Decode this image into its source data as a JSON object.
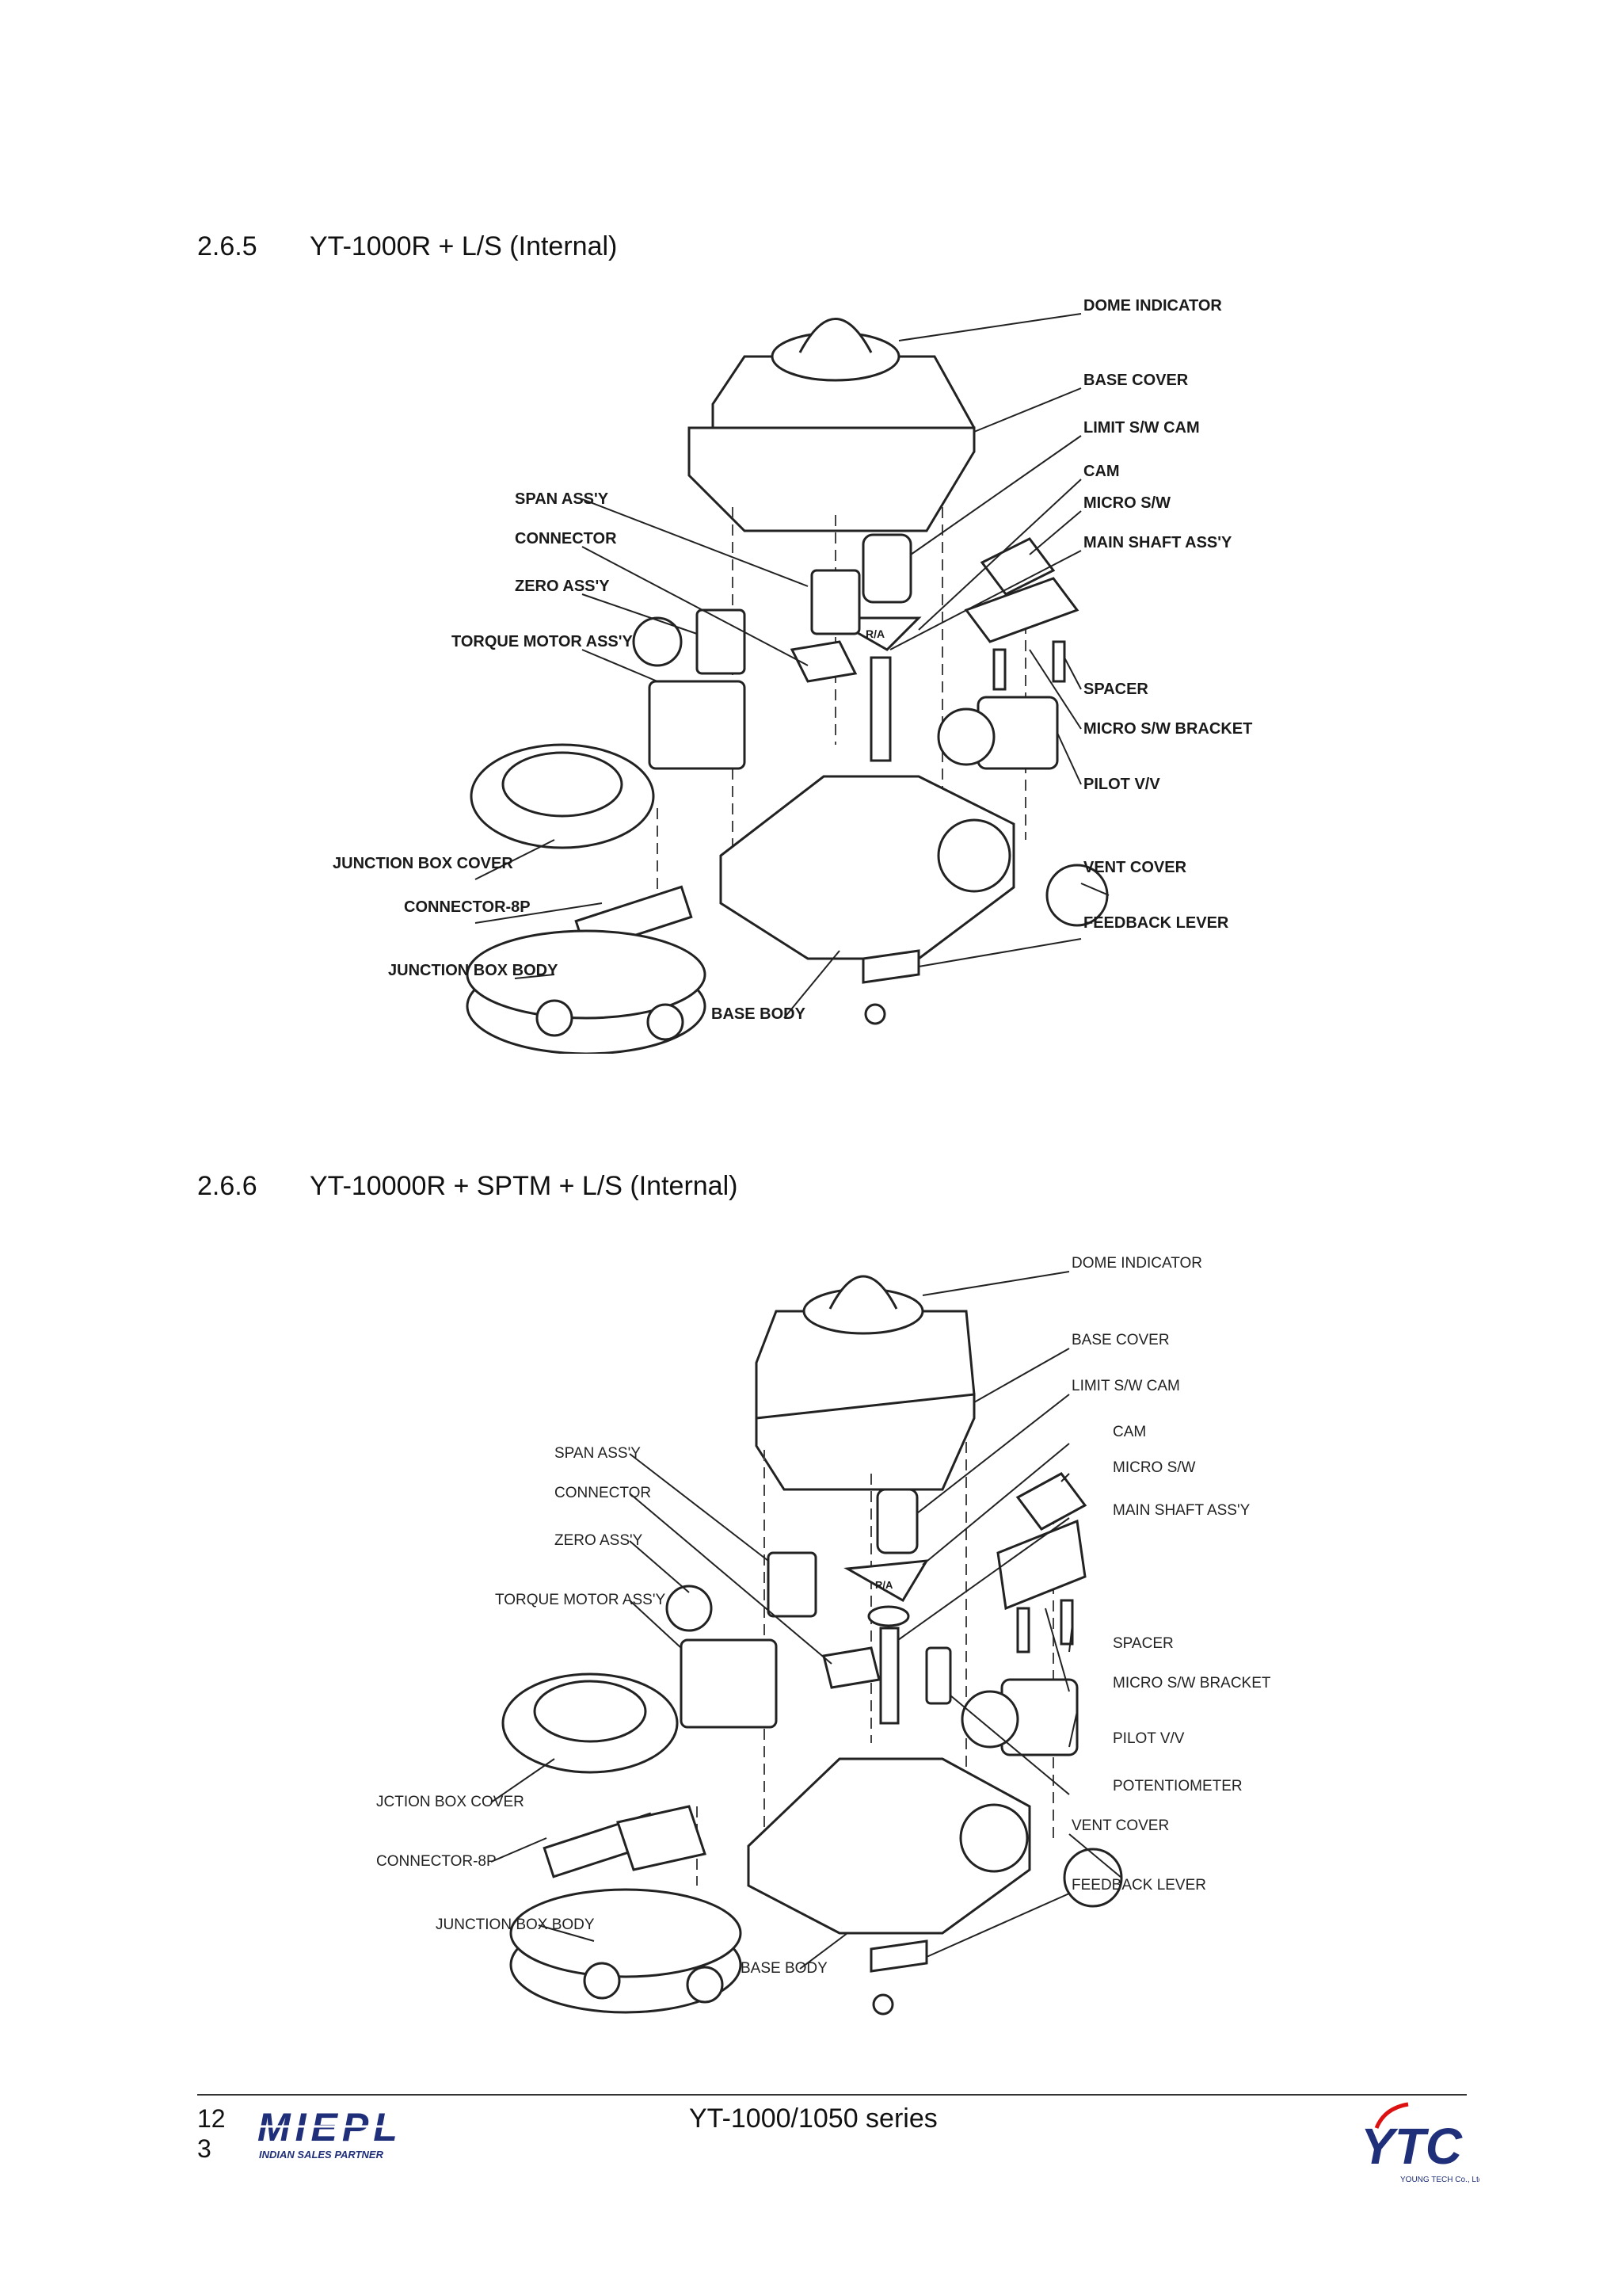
{
  "sections": [
    {
      "number": "2.6.5",
      "title": "YT-1000R + L/S (Internal)",
      "labels": {
        "dome": "DOME INDICATOR",
        "base_cover": "BASE COVER",
        "limit_cam": "LIMIT S/W CAM",
        "cam": "CAM",
        "micro_sw": "MICRO S/W",
        "main_shaft": "MAIN SHAFT ASS'Y",
        "spacer": "SPACER",
        "micro_bracket": "MICRO S/W BRACKET",
        "pilot": "PILOT V/V",
        "vent_cover": "VENT COVER",
        "feedback_lever": "FEEDBACK LEVER",
        "span": "SPAN ASS'Y",
        "connector": "CONNECTOR",
        "zero": "ZERO ASS'Y",
        "torque_motor": "TORQUE MOTOR ASS'Y",
        "jb_cover": "JUNCTION BOX COVER",
        "connector_8p": "CONNECTOR-8P",
        "jb_body": "JUNCTION BOX BODY",
        "base_body": "BASE BODY",
        "cam_mark": "R/A"
      }
    },
    {
      "number": "2.6.6",
      "title": "YT-10000R + SPTM + L/S (Internal)",
      "labels": {
        "dome": "DOME INDICATOR",
        "base_cover": "BASE COVER",
        "limit_cam": "LIMIT S/W CAM",
        "cam": "CAM",
        "micro_sw": "MICRO S/W",
        "main_shaft": "MAIN SHAFT ASS'Y",
        "spacer": "SPACER",
        "micro_bracket": "MICRO S/W BRACKET",
        "pilot": "PILOT V/V",
        "potentiometer": "POTENTIOMETER",
        "vent_cover": "VENT COVER",
        "feedback_lever": "FEEDBACK LEVER",
        "span": "SPAN ASS'Y",
        "connector": "CONNECTOR",
        "zero": "ZERO ASS'Y",
        "torque_motor": "TORQUE MOTOR ASS'Y",
        "jb_cover": "JCTION BOX COVER",
        "connector_8p": "CONNECTOR-8P",
        "jb_body": "JUNCTION BOX BODY",
        "base_body": "BASE BODY",
        "cam_mark": "R/A"
      }
    }
  ],
  "footer": {
    "page_number_line1": "12",
    "page_number_line2": "3",
    "doc_title": "YT-1000/1050 series",
    "left_logo_text": "MIEPL",
    "left_logo_sub": "INDIAN SALES PARTNER",
    "right_logo_text": "YTC",
    "right_logo_sub": "YOUNG TECH Co., Ltd"
  }
}
